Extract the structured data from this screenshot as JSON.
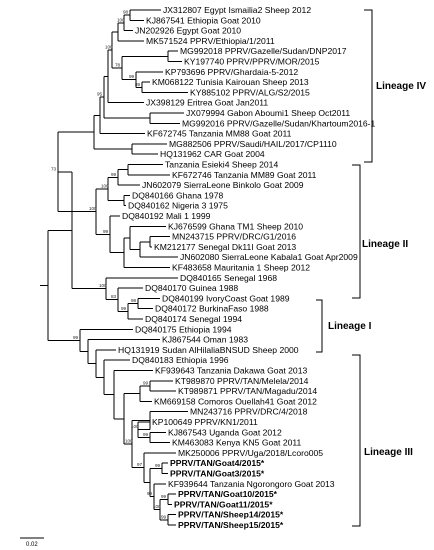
{
  "tree": {
    "leaves": [
      {
        "label": "JX312807 Egypt Ismailia2 Sheep 2012",
        "bold": false
      },
      {
        "label": "KJ867541 Ethiopia Goat 2010",
        "bold": false
      },
      {
        "label": "JN202926 Egypt Goat 2010",
        "bold": false
      },
      {
        "label": "MK571524 PPRV/Ethiopia/1/2011",
        "bold": false
      },
      {
        "label": "MG992018 PPRV/Gazelle/Sudan/DNP2017",
        "bold": false
      },
      {
        "label": "KY197740 PPRV/PPRV/MOR/2015",
        "bold": false
      },
      {
        "label": "KP793696 PPRV/Ghardaia-5-2012",
        "bold": false
      },
      {
        "label": "KM068122 Tunisia Kairouan Sheep 2013",
        "bold": false
      },
      {
        "label": "KY885102 PPRV/ALG/S2/2015",
        "bold": false
      },
      {
        "label": "JX398129 Eritrea Goat Jan2011",
        "bold": false
      },
      {
        "label": "JX079994 Gabon Aboumi1 Sheep Oct2011",
        "bold": false
      },
      {
        "label": "MG992016 PPRV/Gazelle/Sudan/Khartoum2016-1",
        "bold": false
      },
      {
        "label": "KF672745 Tanzania MM88 Goat 2011",
        "bold": false
      },
      {
        "label": "MG882506 PPRV/Saudi/HAIL/2017/CP1110",
        "bold": false
      },
      {
        "label": "HQ131962 CAR Goat 2004",
        "bold": false
      },
      {
        "label": "Tanzania Esieki4 Sheep 2014",
        "bold": false
      },
      {
        "label": "KF672746 Tanzania MM89 Goat 2011",
        "bold": false
      },
      {
        "label": "JN602079 SierraLeone Binkolo Goat 2009",
        "bold": false
      },
      {
        "label": "DQ840166 Ghana 1978",
        "bold": false
      },
      {
        "label": "DQ840162 Nigeria 3 1975",
        "bold": false
      },
      {
        "label": "DQ840192 Mali 1 1999",
        "bold": false
      },
      {
        "label": "KJ676599 Ghana TM1 Sheep 2010",
        "bold": false
      },
      {
        "label": "MN243715 PPRV/DRC/G1/2016",
        "bold": false
      },
      {
        "label": "KM212177 Senegal Dk11I Goat 2013",
        "bold": false
      },
      {
        "label": "JN602080 SierraLeone Kabala1 Goat Apr2009",
        "bold": false
      },
      {
        "label": "KF483658 Mauritania 1 Sheep 2012",
        "bold": false
      },
      {
        "label": "DQ840165 Senegal 1968",
        "bold": false
      },
      {
        "label": "DQ840170 Guinea 1988",
        "bold": false
      },
      {
        "label": "DQ840199 IvoryCoast Goat 1989",
        "bold": false
      },
      {
        "label": "DQ840172 BurkinaFaso 1988",
        "bold": false
      },
      {
        "label": "DQ840174 Senegal 1994",
        "bold": false
      },
      {
        "label": "DQ840175 Ethiopia 1994",
        "bold": false
      },
      {
        "label": "KJ867544 Oman 1983",
        "bold": false
      },
      {
        "label": "HQ131919 Sudan AlHilaliaBNSUD Sheep 2000",
        "bold": false
      },
      {
        "label": "DQ840183 Ethiopia 1996",
        "bold": false
      },
      {
        "label": "KF939643 Tanzania Dakawa Goat 2013",
        "bold": false
      },
      {
        "label": "KT989870 PPRV/TAN/Melela/2014",
        "bold": false
      },
      {
        "label": "KT989871 PPRV/TAN/Magadu/2014",
        "bold": false
      },
      {
        "label": "KM669158 Comoros Ouellah41 Goat 2012",
        "bold": false
      },
      {
        "label": "MN243716 PPRV/DRC/4/2018",
        "bold": false
      },
      {
        "label": "KP100649 PPRV/KN1/2011",
        "bold": false
      },
      {
        "label": "KJ867543 Uganda Goat 2012",
        "bold": false
      },
      {
        "label": "KM463083 Kenya KN5 Goat 2011",
        "bold": false
      },
      {
        "label": "MK250006 PPRV/Uga/2018/Lcoro005",
        "bold": false
      },
      {
        "label": "PPRV/TAN/Goat4/2015*",
        "bold": true
      },
      {
        "label": "PPRV/TAN/Goat3/2015*",
        "bold": true
      },
      {
        "label": "KF939644 Tanzania Ngorongoro Goat 2013",
        "bold": false
      },
      {
        "label": "PPRV/TAN/Goat10/2015*",
        "bold": true
      },
      {
        "label": "PPRV/TAN/Goat11/2015*",
        "bold": true
      },
      {
        "label": "PPRV/TAN/Sheep14/2015*",
        "bold": true
      },
      {
        "label": "PPRV/TAN/Sheep15/2015*",
        "bold": true
      }
    ],
    "bootstrap": [
      {
        "value": "98"
      },
      {
        "value": "100"
      },
      {
        "value": "89"
      },
      {
        "value": "99"
      },
      {
        "value": "78"
      },
      {
        "value": "100"
      },
      {
        "value": "95"
      },
      {
        "value": "73"
      },
      {
        "value": "99"
      },
      {
        "value": "100"
      },
      {
        "value": "99"
      },
      {
        "value": "100"
      },
      {
        "value": "100"
      },
      {
        "value": "98"
      },
      {
        "value": "99"
      },
      {
        "value": "83"
      },
      {
        "value": "99"
      },
      {
        "value": "99"
      },
      {
        "value": "100"
      },
      {
        "value": "99"
      },
      {
        "value": "99"
      },
      {
        "value": "99"
      },
      {
        "value": "100"
      },
      {
        "value": "99"
      },
      {
        "value": "97"
      },
      {
        "value": "100"
      },
      {
        "value": "99"
      }
    ]
  },
  "lineages": [
    {
      "label": "Lineage IV"
    },
    {
      "label": "Lineage II"
    },
    {
      "label": "Lineage I"
    },
    {
      "label": "Lineage III"
    }
  ],
  "scale_bar": {
    "label": "0.02"
  }
}
